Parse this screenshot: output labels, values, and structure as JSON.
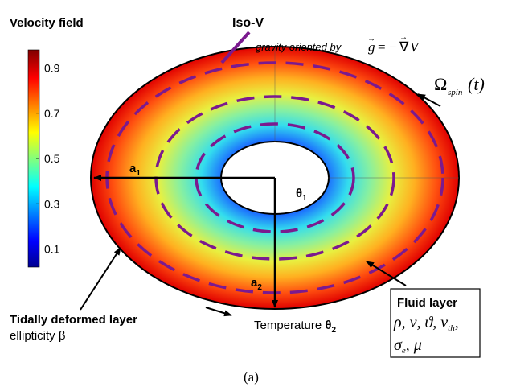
{
  "colorbar": {
    "title": "Velocity field",
    "ticks": [
      "0.9",
      "0.7",
      "0.5",
      "0.3",
      "0.1"
    ],
    "tick_values": [
      0.9,
      0.7,
      0.5,
      0.3,
      0.1
    ],
    "range": [
      0.02,
      0.98
    ],
    "colormap": [
      "#00008f",
      "#0000ff",
      "#00ffff",
      "#ffff00",
      "#ff0000",
      "#800000"
    ]
  },
  "iso_label": "Iso-V",
  "gravity": {
    "text": "gravity oriented by",
    "vec_g": "g",
    "equals": "= −",
    "nabla": "∇",
    "V": "V"
  },
  "omega": {
    "symbol": "Ω",
    "subscript": "spin",
    "arg": "(t)"
  },
  "labels": {
    "a1_main": "a",
    "a1_sub": "1",
    "a2_main": "a",
    "a2_sub": "2",
    "theta1_main": "θ",
    "theta1_sub": "1",
    "temperature_text": "Temperature ",
    "theta2_main": "θ",
    "theta2_sub": "2",
    "tidal_title": "Tidally deformed layer",
    "ellipticity": "ellipticity β",
    "caption": "(a)"
  },
  "fluid_box": {
    "title": "Fluid layer",
    "line1": "ρ, ν, ϑ, ν",
    "line1_sub": "th",
    "line1_tail": ",",
    "line2_sigma": "σ",
    "line2_sub": "e",
    "line2_tail": ", μ"
  },
  "colors": {
    "iso_curve": "#7b1a8f",
    "arrow": "#000000"
  }
}
